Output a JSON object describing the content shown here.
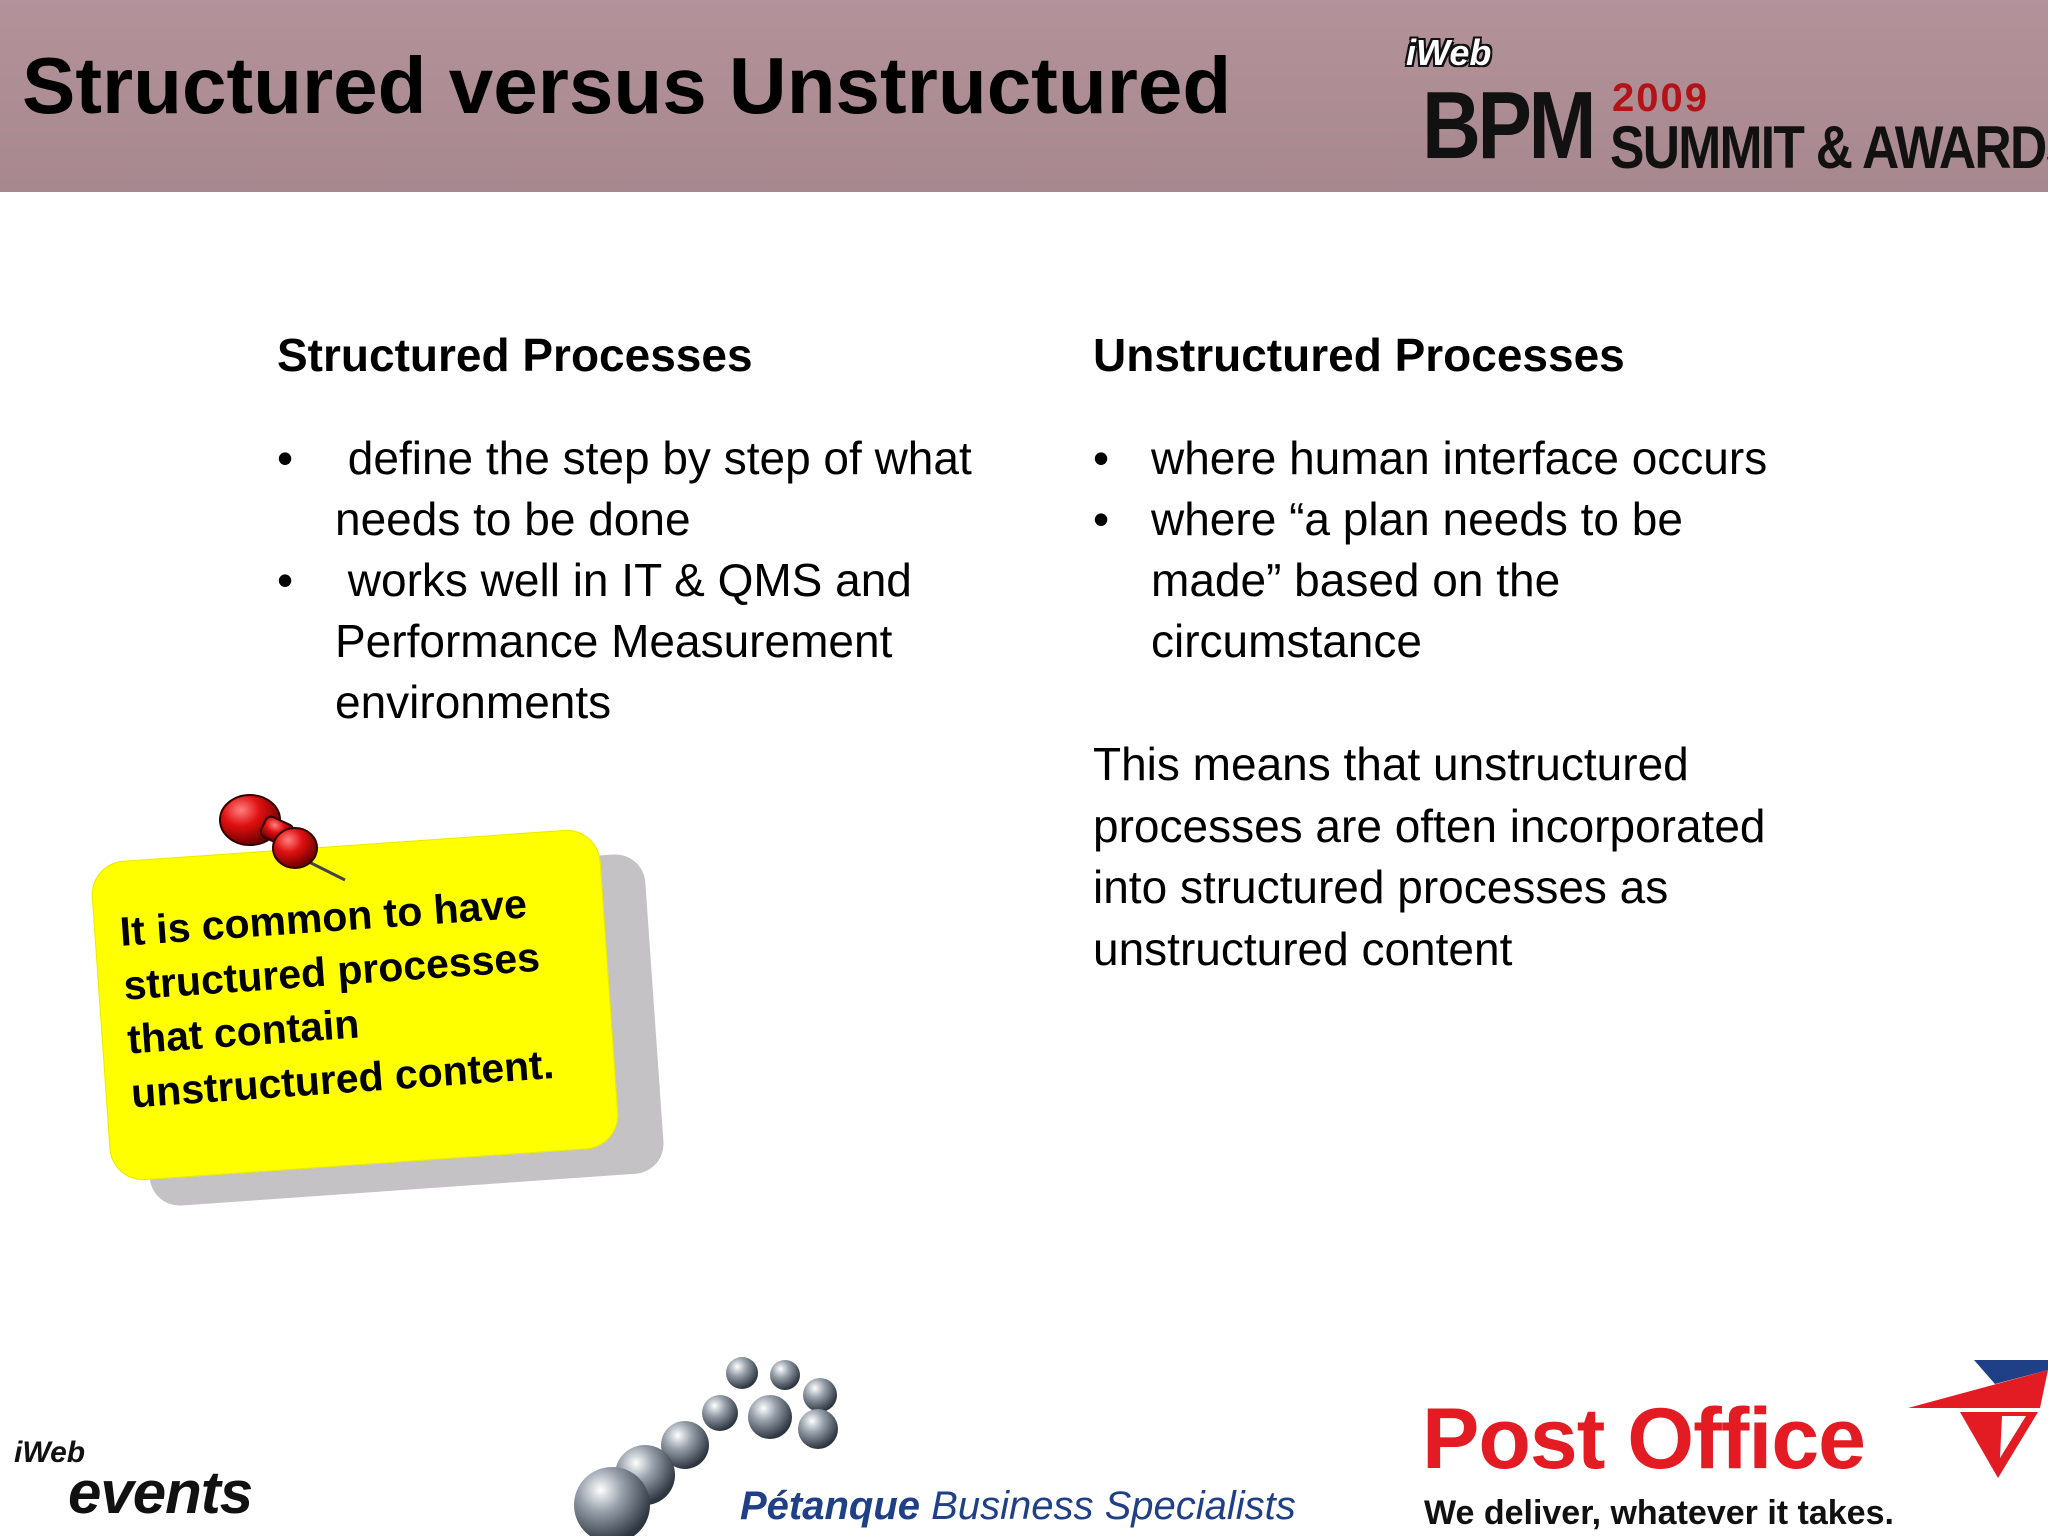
{
  "slide": {
    "title": "Structured versus Unstructured"
  },
  "logos": {
    "header": {
      "iweb": "iWeb",
      "bpm": "BPM",
      "year": "2009",
      "summit": "SUMMIT & AWARDS"
    },
    "iweb_events": {
      "iweb": "iWeb",
      "events": "events"
    },
    "petanque": {
      "bold": "Pétanque",
      "rest": " Business Specialists"
    },
    "post_office": {
      "name": "Post Office",
      "tagline": "We deliver, whatever it takes."
    }
  },
  "structured": {
    "heading": "Structured Processes",
    "bullet_symbol": "•",
    "items": [
      {
        "line1": " define the step by step of what",
        "line2": "needs to be done"
      },
      {
        "line1": " works well in IT & QMS and",
        "line2": "Performance Measurement",
        "line3": "environments"
      }
    ]
  },
  "unstructured": {
    "heading": "Unstructured Processes",
    "bullet_symbol": "•",
    "items": [
      {
        "line1": "where human interface occurs"
      },
      {
        "line1": "where “a plan needs to be",
        "line2": "made” based on the",
        "line3": "circumstance"
      }
    ],
    "paragraph_lines": [
      "This means that unstructured",
      "processes are often incorporated",
      "into structured processes as",
      "unstructured content"
    ]
  },
  "sticky_note": {
    "lines": [
      "It is common to have",
      "structured processes",
      "that contain",
      "unstructured content."
    ]
  },
  "colors": {
    "header_bg": "#aa8a91",
    "note_yellow": "#ffff00",
    "post_office_red": "#e31b23",
    "petanque_blue": "#1f3f86"
  }
}
